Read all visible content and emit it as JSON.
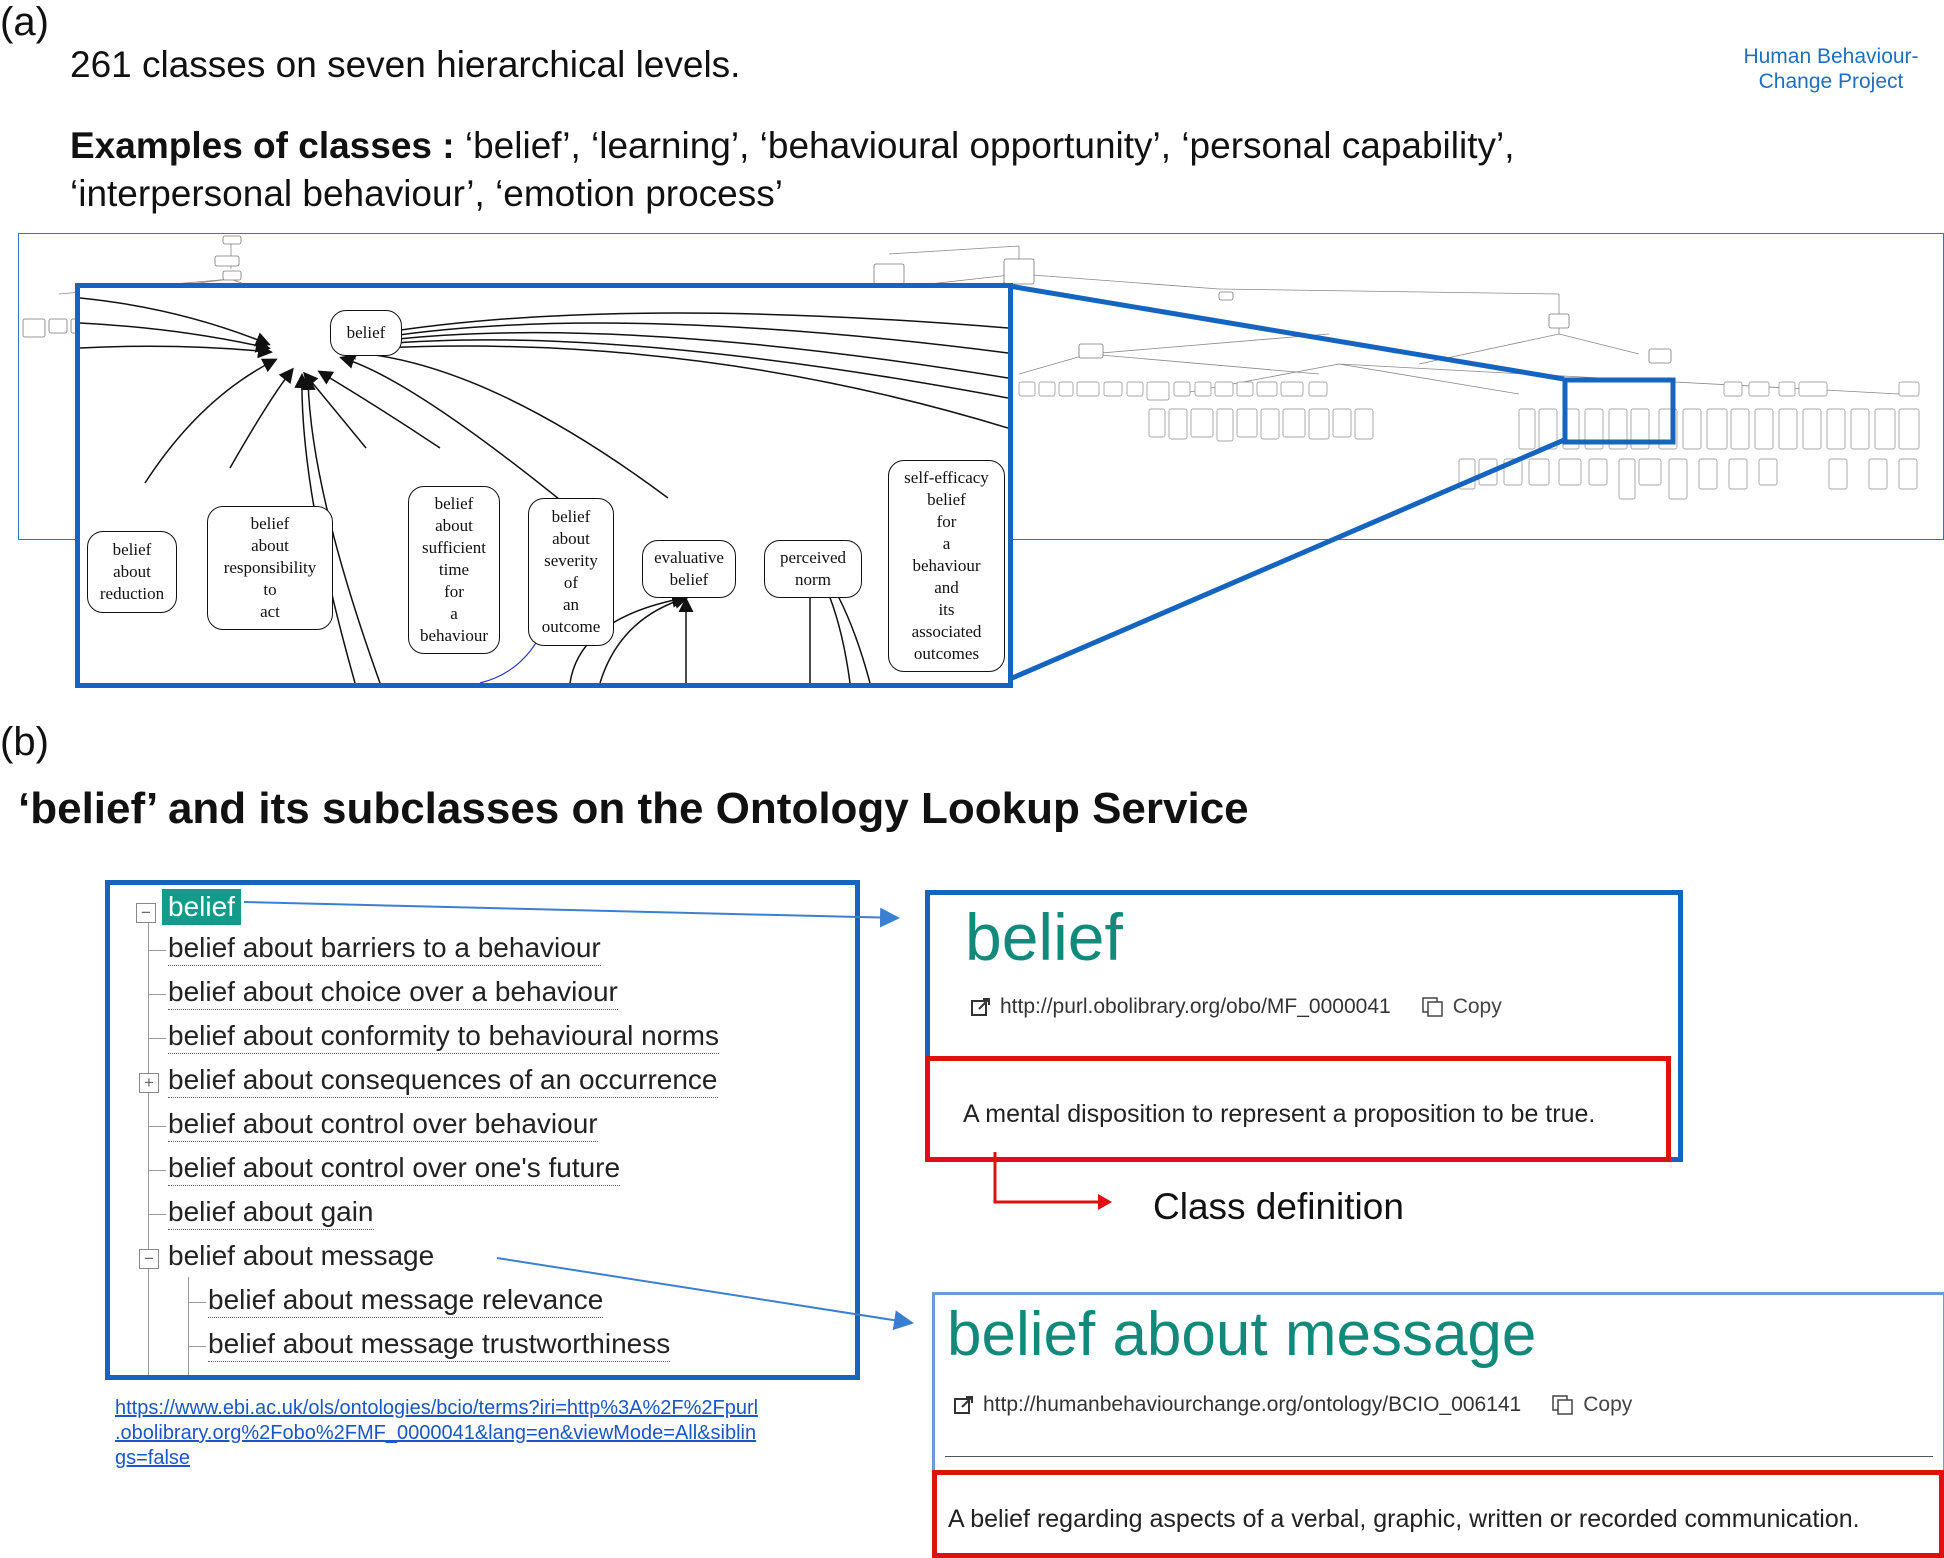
{
  "panel_a": {
    "label": "(a)",
    "subtitle": "261 classes on seven hierarchical levels.",
    "examples_bold": "Examples of classes :",
    "examples_line1": " ‘belief’, ‘learning’, ‘behavioural opportunity’, ‘personal capability’,",
    "examples_line2": "‘interpersonal behaviour’, ‘emotion process’",
    "brand_line1": "Human Behaviour-",
    "brand_line2": "Change Project",
    "zoom_nodes": {
      "root": "belief",
      "n1": [
        "belief",
        "about",
        "reduction"
      ],
      "n2": [
        "belief",
        "about",
        "responsibility",
        "to",
        "act"
      ],
      "n3": [
        "belief",
        "about",
        "sufficient",
        "time",
        "for",
        "a",
        "behaviour"
      ],
      "n4": [
        "belief",
        "about",
        "severity",
        "of",
        "an",
        "outcome"
      ],
      "n5": [
        "evaluative",
        "belief"
      ],
      "n6": [
        "perceived",
        "norm"
      ],
      "n7": [
        "self-efficacy",
        "belief",
        "for",
        "a",
        "behaviour",
        "and",
        "its",
        "associated",
        "outcomes"
      ]
    }
  },
  "panel_b": {
    "label": "(b)",
    "title": "‘belief’ and its subclasses on the Ontology Lookup Service",
    "tree": {
      "root": "belief",
      "items": [
        "belief about barriers to a behaviour",
        "belief about choice over a behaviour",
        "belief about conformity to behavioural norms",
        "belief about consequences of an occurrence",
        "belief about control over behaviour",
        "belief about control over one's future",
        "belief about gain",
        "belief about message"
      ],
      "subitems": [
        "belief about message relevance",
        "belief about message trustworthiness"
      ]
    },
    "link": {
      "line1": "https://www.ebi.ac.uk/ols/ontologies/bcio/terms?iri=http%3A%2F%2Fpurl",
      "line2": ".obolibrary.org%2Fobo%2FMF_0000041&lang=en&viewMode=All&siblin",
      "line3": "gs=false"
    },
    "card1": {
      "title": "belief",
      "iri": "http://purl.obolibrary.org/obo/MF_0000041",
      "copy": "Copy",
      "definition": "A mental disposition to represent a proposition to be true."
    },
    "class_definition_label": "Class definition",
    "card2": {
      "title": "belief about message",
      "iri": "http://humanbehaviourchange.org/ontology/BCIO_006141",
      "copy": "Copy",
      "definition": "A belief regarding aspects of a verbal, graphic, written or recorded communication."
    },
    "colors": {
      "accent_blue": "#1565c0",
      "teal": "#128a7b",
      "red": "#e01010"
    }
  }
}
